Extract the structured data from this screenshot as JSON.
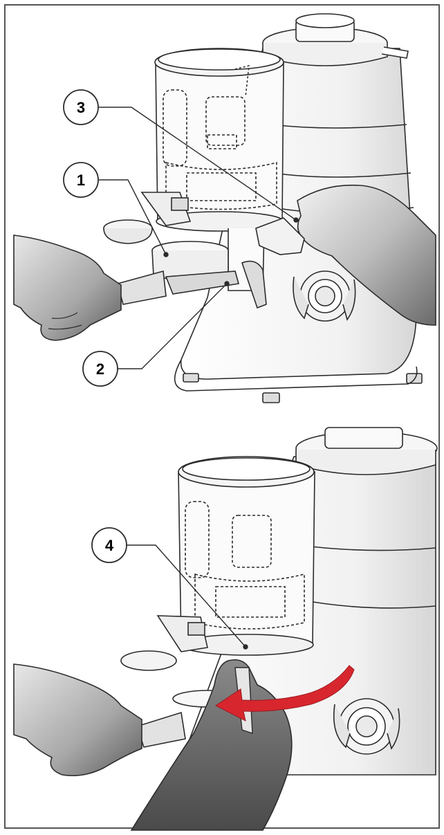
{
  "figure": {
    "panels": [
      {
        "name": "top",
        "callouts": [
          {
            "label": "1"
          },
          {
            "label": "2"
          },
          {
            "label": "3"
          }
        ]
      },
      {
        "name": "bottom",
        "callouts": [
          {
            "label": "4"
          }
        ],
        "arrow": {
          "color": "#d8262e",
          "direction": "counter-clockwise"
        }
      }
    ],
    "colors": {
      "frame": "#555555",
      "line": "#2b2b2b",
      "hand_dark": "#6b6b6b",
      "hand_light": "#c9c9c9",
      "machine_fill": "#f3f3f3",
      "arrow": "#d8262e"
    }
  }
}
